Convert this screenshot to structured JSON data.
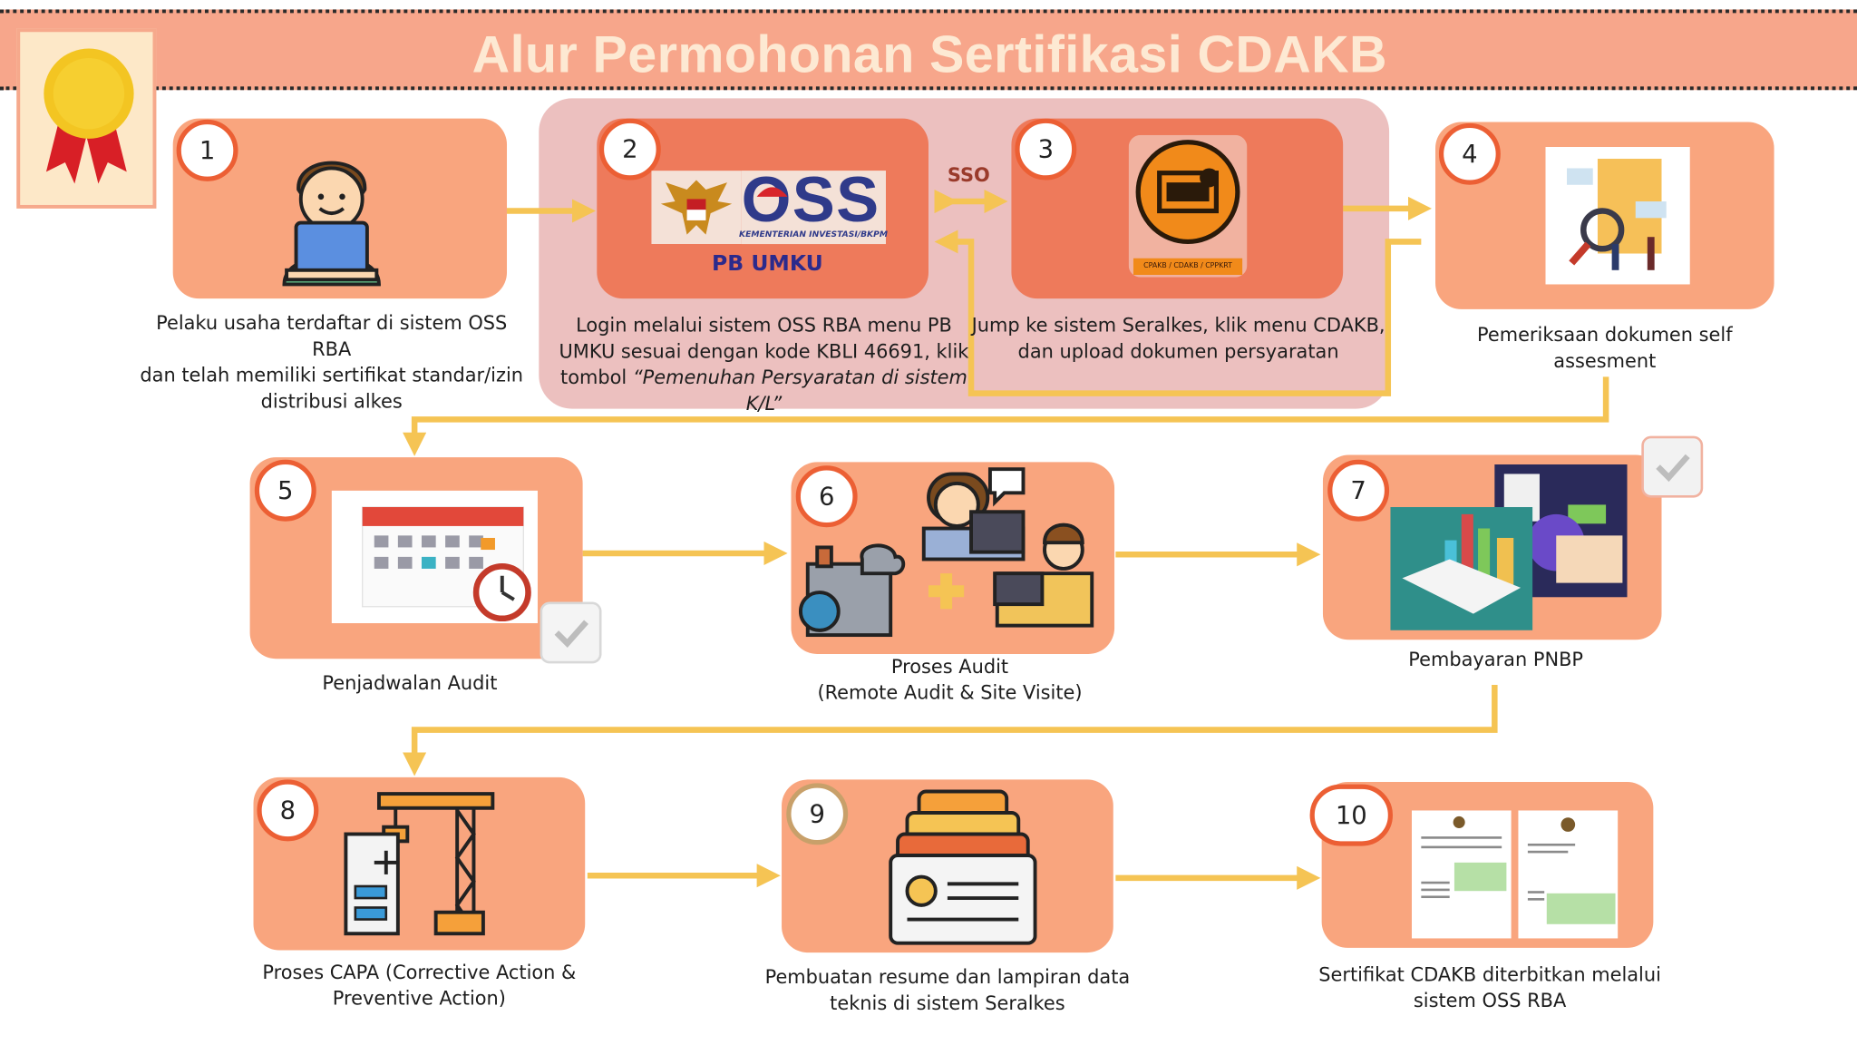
{
  "title": "Alur Permohonan Sertifikasi CDAKB",
  "colors": {
    "accent": "#f9a57e",
    "dark_accent": "#ee7a5b",
    "arrow": "#f5c454",
    "group": "#ecc0bf",
    "ring": "#ec5f34"
  },
  "connector": {
    "sso_label": "SSO"
  },
  "steps": [
    {
      "number": "1",
      "lines": [
        "Pelaku usaha terdaftar di sistem OSS RBA",
        "dan telah memiliki sertifikat standar/izin",
        "distribusi alkes"
      ],
      "icon": "user-laptop-icon"
    },
    {
      "number": "2",
      "logo_text": "OSS",
      "logo_sub": "KEMENTERIAN INVESTASI/BKPM",
      "caption": "PB UMKU",
      "lines": [
        "Login melalui sistem OSS RBA menu PB",
        "UMKU sesuai dengan kode KBLI 46691, klik"
      ],
      "line3_prefix": "tombol ",
      "line3_italic": "“Pemenuhan Persyaratan di sistem",
      "line4_italic": "K/L”",
      "icon": "garuda-emblem-icon"
    },
    {
      "number": "3",
      "lines": [
        "Jump ke sistem Seralkes, klik menu CDAKB,",
        "dan upload dokumen persyaratan"
      ],
      "logo_caption": "CPAKB / CDAKB / CPPKRT",
      "icon": "seralkes-logo-icon"
    },
    {
      "number": "4",
      "lines": [
        "Pemeriksaan dokumen self",
        "assesment"
      ],
      "icon": "document-inspection-icon"
    },
    {
      "number": "5",
      "lines": [
        "Penjadwalan Audit"
      ],
      "icon": "calendar-schedule-icon"
    },
    {
      "number": "6",
      "lines": [
        "Proses Audit",
        "(Remote Audit & Site Visite)"
      ],
      "icon": "audit-process-icon"
    },
    {
      "number": "7",
      "lines": [
        "Pembayaran PNBP"
      ],
      "icon": "payment-icon"
    },
    {
      "number": "8",
      "lines": [
        "Proses CAPA (Corrective Action &",
        "Preventive Action)"
      ],
      "icon": "crane-construction-icon"
    },
    {
      "number": "9",
      "lines": [
        "Pembuatan resume dan lampiran data",
        "teknis di sistem Seralkes"
      ],
      "icon": "document-stack-icon"
    },
    {
      "number": "10",
      "lines": [
        "Sertifikat CDAKB diterbitkan melalui",
        "sistem OSS RBA"
      ],
      "icon": "certificate-documents-icon"
    }
  ]
}
